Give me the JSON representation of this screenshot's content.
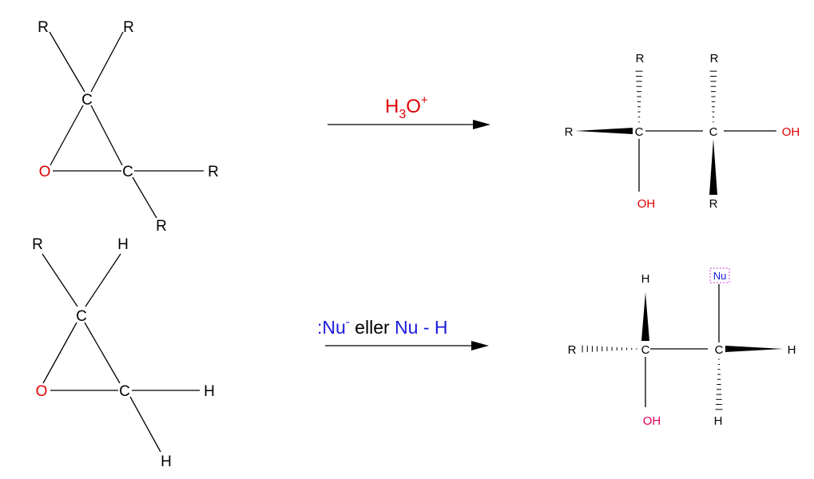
{
  "colors": {
    "bond": "#000000",
    "oxygen": "#e00000",
    "nucleophile": "#1a1adc",
    "hydroxyl_pink": "#e0005a",
    "highlight_box": "#d040d0"
  },
  "labels": {
    "R": "R",
    "C": "C",
    "O": "O",
    "H": "H",
    "OH": "OH",
    "Nu": "Nu"
  },
  "reaction1": {
    "reagent_main": "H",
    "reagent_sub": "3",
    "reagent_o": "O",
    "reagent_sup": "+"
  },
  "reaction2": {
    "nu_prefix": ":Nu",
    "nu_sup": "-",
    "word": " eller ",
    "nuh": "Nu - H"
  }
}
